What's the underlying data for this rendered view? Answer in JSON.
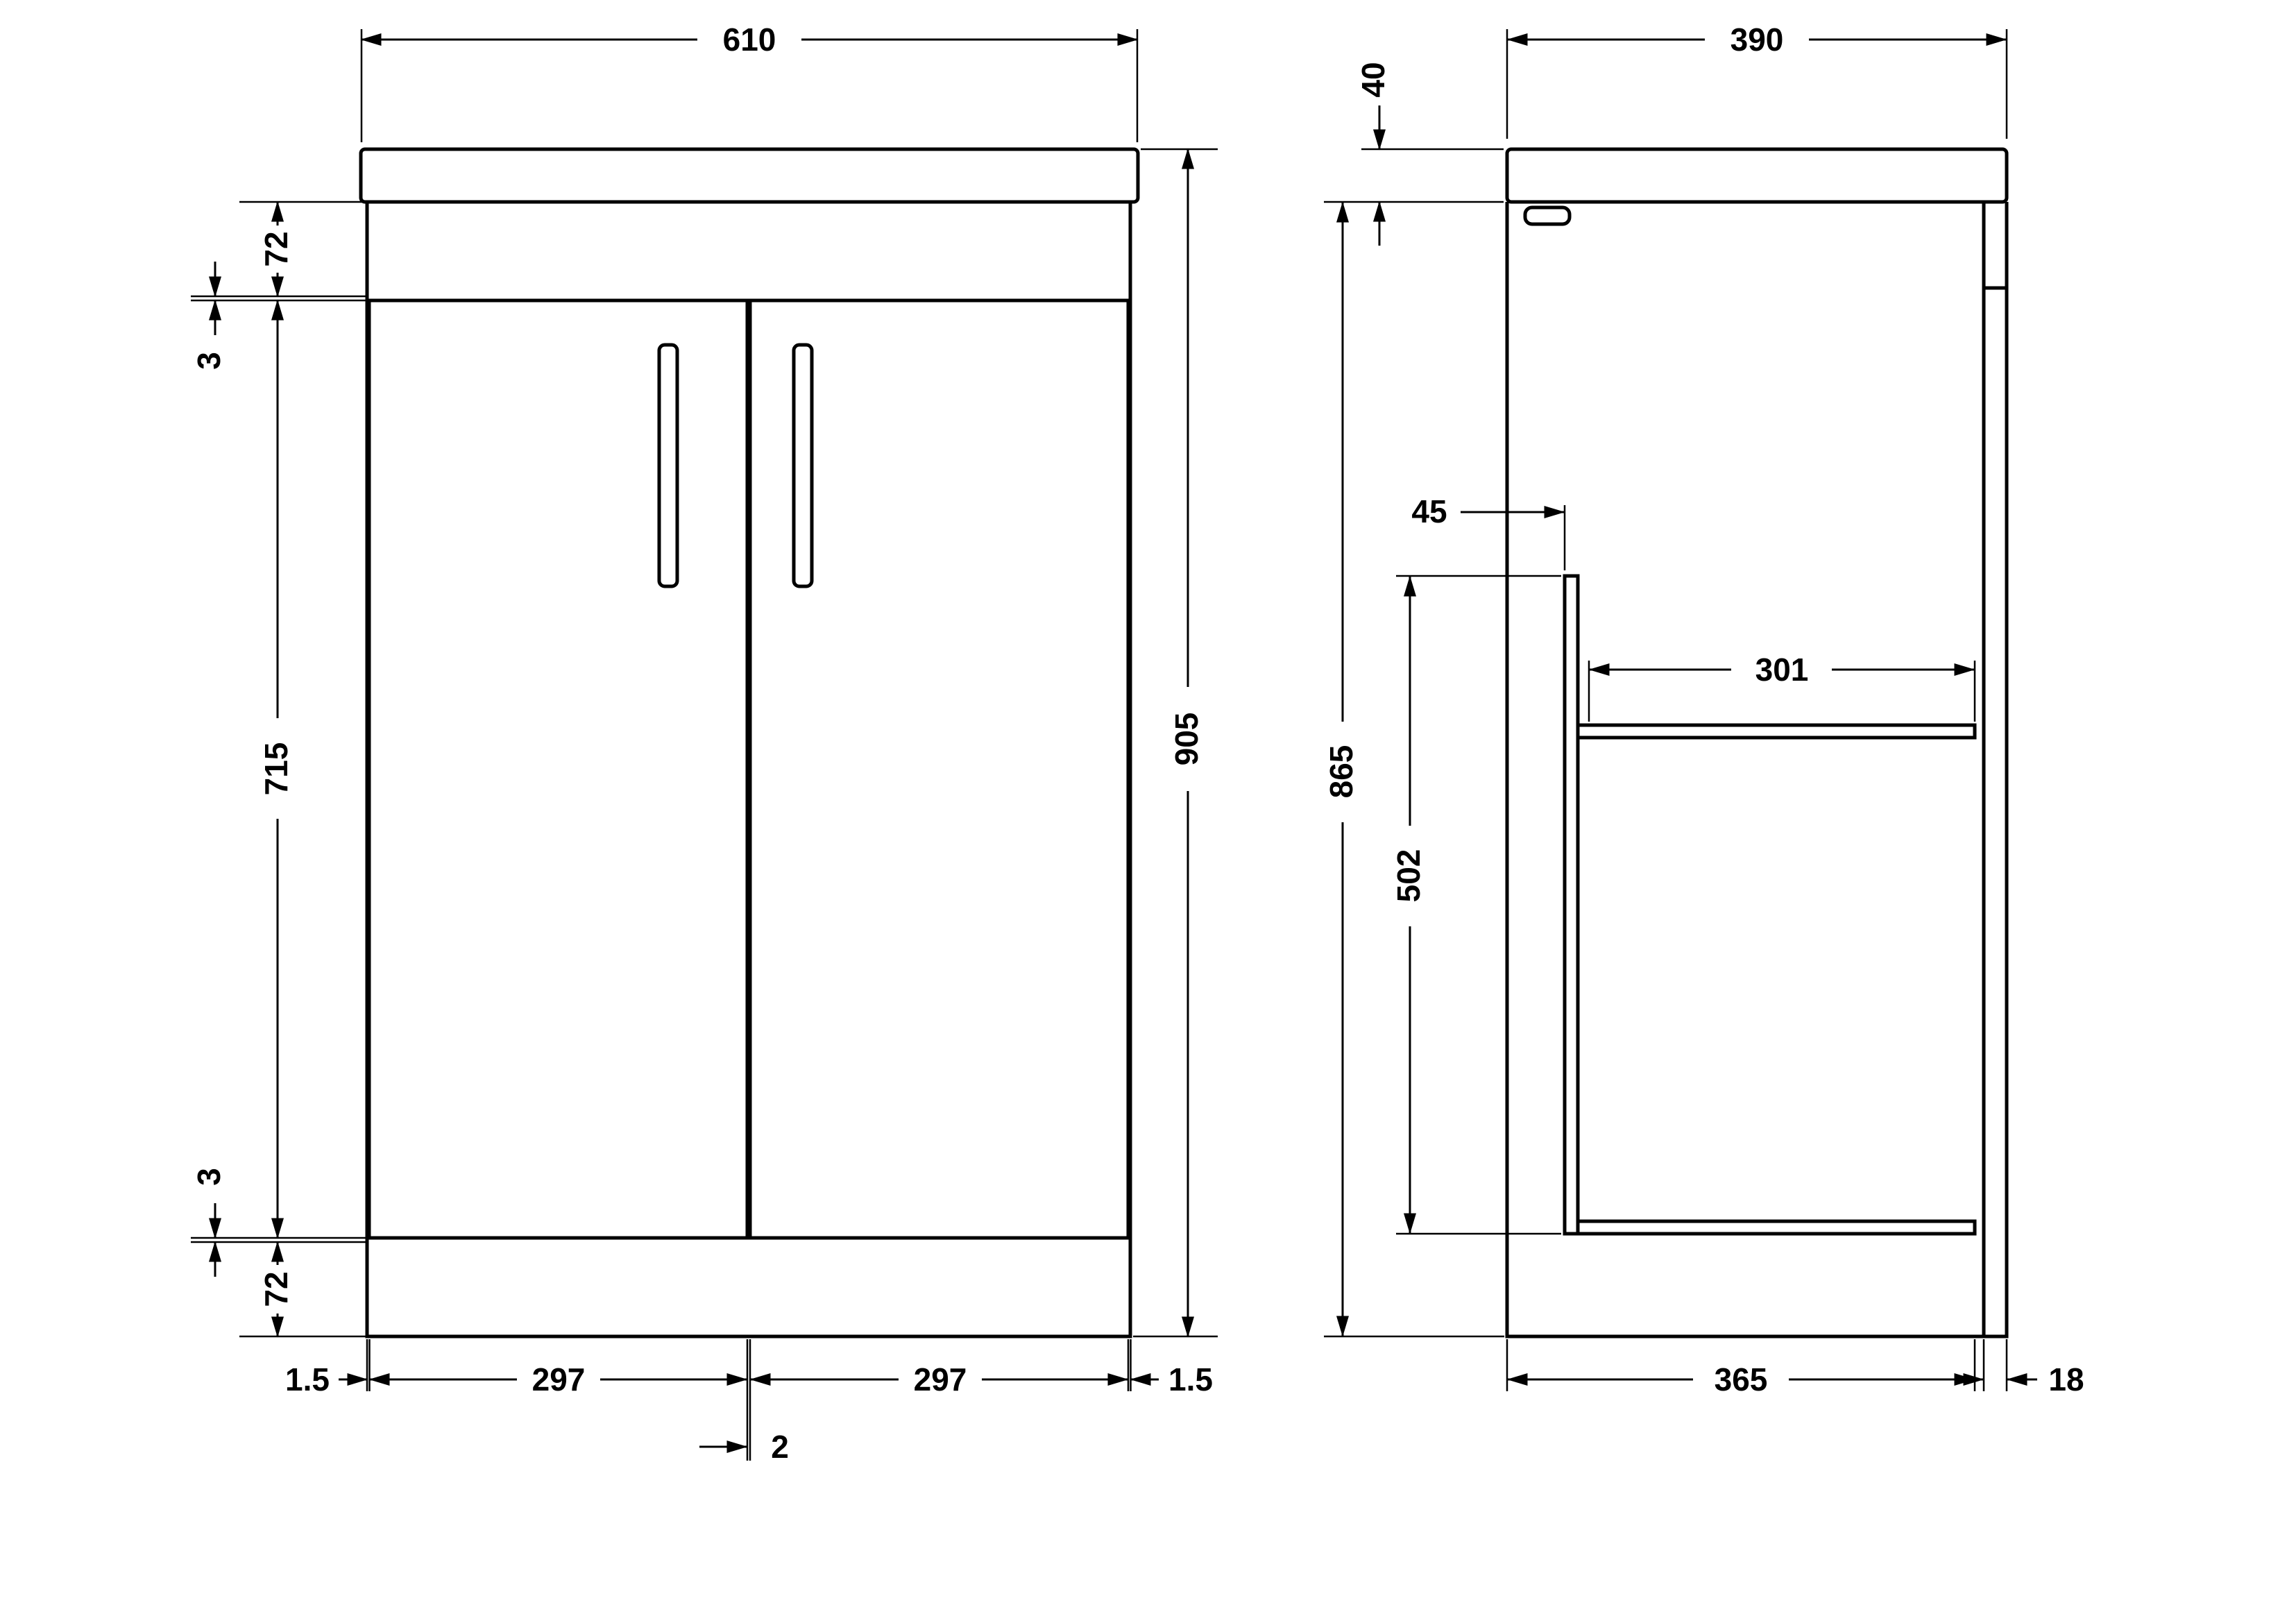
{
  "colors": {
    "line": "#000000",
    "background": "#ffffff"
  },
  "drawing": {
    "front": {
      "overall_width": "610",
      "overall_height": "905",
      "top_rail_height": "72",
      "top_gap": "3",
      "door_height": "715",
      "bottom_gap": "3",
      "plinth_height": "72",
      "left_edge_gap": "1.5",
      "left_door_width": "297",
      "right_door_width": "297",
      "right_edge_gap": "1.5",
      "door_gap": "2"
    },
    "side": {
      "overall_depth": "390",
      "worktop_thickness": "40",
      "carcass_height": "865",
      "door_offset": "45",
      "interior_height": "502",
      "shelf_depth": "301",
      "base_depth": "365",
      "back_rail": "18"
    }
  }
}
